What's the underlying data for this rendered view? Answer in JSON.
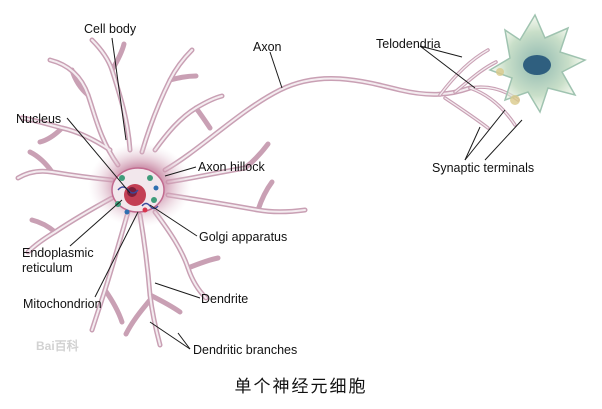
{
  "labels": {
    "cell_body": "Cell body",
    "axon": "Axon",
    "telodendria": "Telodendria",
    "nucleus": "Nucleus",
    "axon_hillock": "Axon hillock",
    "synaptic_terminals": "Synaptic terminals",
    "golgi_apparatus": "Golgi apparatus",
    "endoplasmic_line1": "Endoplasmic",
    "endoplasmic_line2": "reticulum",
    "mitochondrion": "Mitochondrion",
    "dendrite": "Dendrite",
    "dendritic_branches": "Dendritic branches"
  },
  "caption": "单个神经元细胞",
  "watermark": "Bai百科",
  "colors": {
    "neuron_membrane": "#c9a0b4",
    "neuron_fill": "#e8d3de",
    "neuron_core": "#b2607f",
    "target_cell": "#bcd7c4",
    "target_nucleus": "#2f5f7f",
    "leader_line": "#1a1a1a"
  }
}
